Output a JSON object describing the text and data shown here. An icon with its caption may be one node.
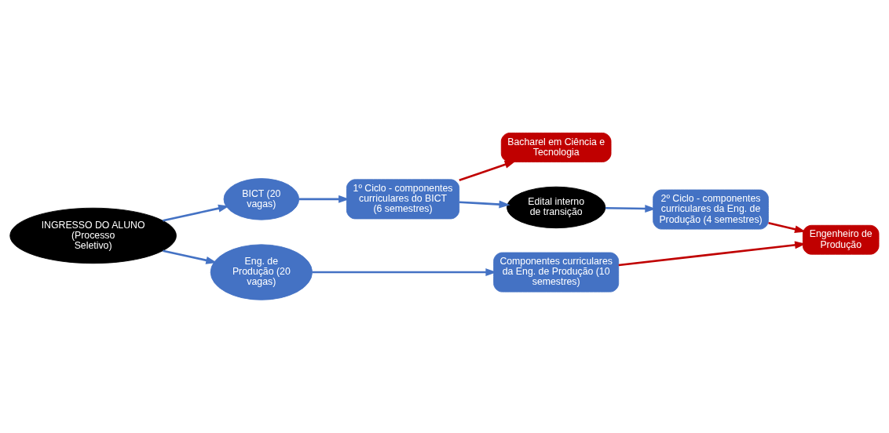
{
  "diagram": {
    "nodes": [
      {
        "text": [
          "INGRESSO DO ALUNO (Processo Seletivo)"
        ]
      },
      {
        "text": [
          "BICT (20 vagas)"
        ]
      },
      {
        "text": [
          "1º Ciclo - componentes curriculares do BICT (6 semestres)"
        ]
      },
      {
        "text": [
          "Bacharel em Ciência e Tecnologia"
        ]
      },
      {
        "text": [
          "Edital interno de transição"
        ]
      },
      {
        "text": [
          "2º Ciclo - componentes curriculares da Eng. de Produção (4 semestres)"
        ]
      },
      {
        "text": [
          "Eng. de Produção (20 vagas)"
        ]
      },
      {
        "text": [
          "Componentes curriculares da Eng. de Produção (10 semestres)"
        ]
      },
      {
        "text": [
          "Engenheiro de Produção"
        ]
      }
    ],
    "edges": [
      {
        "from": 0,
        "to": 1,
        "arrow": "to"
      },
      {
        "from": 1,
        "to": 2,
        "arrow": "to"
      },
      {
        "from": 2,
        "to": 3,
        "arrow": "to",
        "color": "#c00000"
      },
      {
        "from": 2,
        "to": 4,
        "arrow": "to"
      },
      {
        "from": 4,
        "to": 5,
        "arrow": "to"
      },
      {
        "from": 5,
        "to": 8,
        "arrow": "to",
        "color": "#c00000"
      },
      {
        "from": 0,
        "to": 6,
        "arrow": "to"
      },
      {
        "from": 6,
        "to": 7,
        "arrow": "to"
      },
      {
        "from": 7,
        "to": 8,
        "arrow": "to",
        "color": "#c00000"
      }
    ]
  }
}
